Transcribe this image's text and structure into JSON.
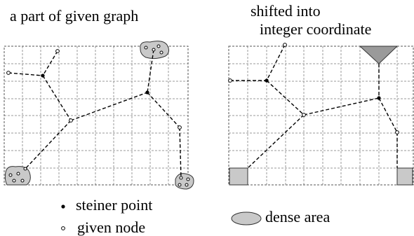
{
  "left_panel": {
    "title": "a part of given  graph"
  },
  "right_panel": {
    "title_line1": "shifted  into",
    "title_line2": "integer coordinate"
  },
  "legend": {
    "steiner_label": "steiner  point",
    "given_label": "given node",
    "dense_label": "dense  area"
  },
  "colors": {
    "dense_fill": "#c9c9c9",
    "grid": "#9a9a9a",
    "frame": "#555555",
    "edge": "#000000"
  }
}
